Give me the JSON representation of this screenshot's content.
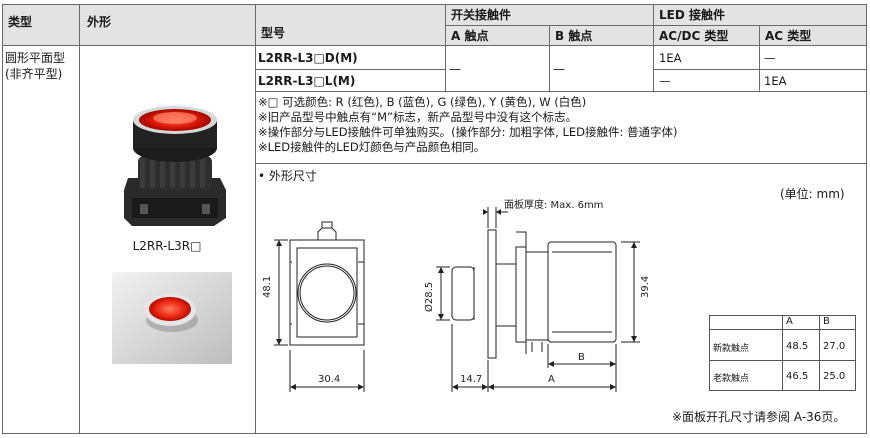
{
  "header": {
    "type": "类型",
    "appearance": "外形",
    "model": "型号",
    "switch_contact": "开关接触件",
    "a_contact": "A 触点",
    "b_contact": "B 触点",
    "led_contact": "LED 接触件",
    "acdc_type": "AC/DC 类型",
    "ac_type": "AC 类型"
  },
  "type_name": [
    "圆形平面型",
    "(非齐平型)"
  ],
  "product_label": "L2RR-L3R□",
  "rows": [
    {
      "model": "L2RR-L3□D(M)",
      "acdc": "1EA",
      "ac": "—"
    },
    {
      "model": "L2RR-L3□L(M)",
      "acdc": "—",
      "ac": "1EA"
    }
  ],
  "a_contact_value": "—",
  "b_contact_value": "—",
  "notes": [
    "※□ 可选颜色: R (红色), B (蓝色), G (绿色), Y (黄色), W (白色)",
    "※旧产品型号中触点有“M”标志，新产品型号中没有这个标志。",
    "※操作部分与LED接触件可单独购买。(操作部分: 加粗字体, LED接触件: 普通字体)",
    "※LED接触件的LED灯颜色与产品颜色相同。"
  ],
  "dimension_title": "• 外形尺寸",
  "unit_label": "(单位: mm)",
  "panel_thickness": "面板厚度: Max. 6mm",
  "dims": {
    "height_front": "48.1",
    "width_front": "30.4",
    "diameter": "Ø28.5",
    "depth_front": "14.7",
    "a_label": "A",
    "b_label": "B",
    "height_side": "39.4"
  },
  "dim_table": {
    "headers": [
      "",
      "A",
      "B"
    ],
    "rows": [
      [
        "新款触点",
        "48.5",
        "27.0"
      ],
      [
        "老款触点",
        "46.5",
        "25.0"
      ]
    ]
  },
  "footnote": "※面板开孔尺寸请参阅 A-36页。"
}
